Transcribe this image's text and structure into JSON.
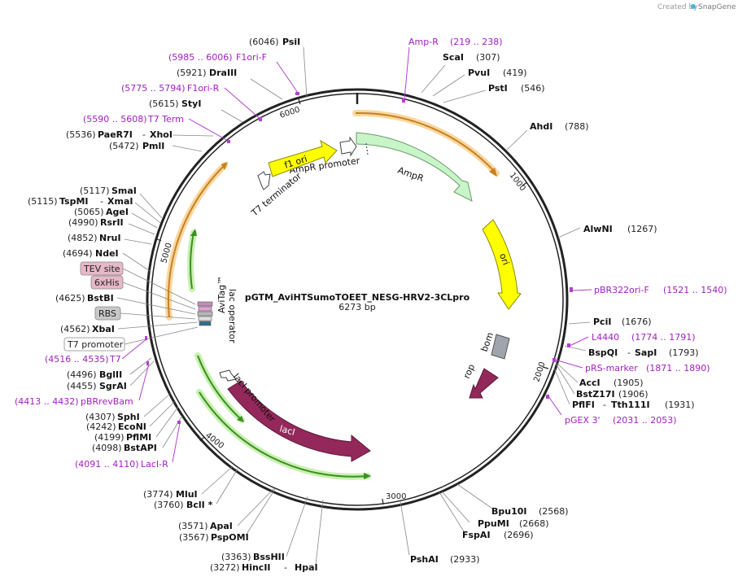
{
  "watermark": "Created by",
  "brand": "SnapGene",
  "plasmid": {
    "name": "pGTM_AviHTSumoTOEET_NESG-HRV2-3CLpro",
    "size": "6273 bp"
  },
  "ticks": [
    "1000",
    "2000",
    "3000",
    "4000",
    "5000",
    "6000"
  ],
  "features": {
    "ampr_promoter": "AmpR promoter",
    "ampr": "AmpR",
    "ori": "ori",
    "f1_ori": "f1 ori",
    "t7_terminator": "T7 terminator",
    "bom": "bom",
    "rop": "rop",
    "laci": "lacI",
    "laci_promoter": "lacI promoter",
    "lac_operator": "lac operator",
    "avitag": "AviTag™"
  },
  "boxed": {
    "tev": "TEV site",
    "his": "6xHis",
    "rbs": "RBS",
    "t7promoter": "T7 promoter"
  },
  "enzymes": {
    "psiI": {
      "pos": "(6046)",
      "name": "PsiI"
    },
    "draIII": {
      "pos": "(5921)",
      "name": "DraIII"
    },
    "styI": {
      "pos": "(5615)",
      "name": "StyI"
    },
    "paer7i": {
      "pos": "(5536)",
      "name": "PaeR7I",
      "sep": "-",
      "name2": "XhoI"
    },
    "pmlI": {
      "pos": "(5472)",
      "name": "PmlI"
    },
    "smaI": {
      "pos": "(5117)",
      "name": "SmaI"
    },
    "tspmi": {
      "pos": "(5115)",
      "name": "TspMI",
      "sep": "-",
      "name2": "XmaI"
    },
    "ageI": {
      "pos": "(5065)",
      "name": "AgeI"
    },
    "rsrII": {
      "pos": "(4990)",
      "name": "RsrII"
    },
    "nruI": {
      "pos": "(4852)",
      "name": "NruI"
    },
    "ndeI": {
      "pos": "(4694)",
      "name": "NdeI"
    },
    "bstBI": {
      "pos": "(4625)",
      "name": "BstBI"
    },
    "xbaI": {
      "pos": "(4562)",
      "name": "XbaI"
    },
    "bglII": {
      "pos": "(4496)",
      "name": "BglII"
    },
    "sgrAI": {
      "pos": "(4455)",
      "name": "SgrAI"
    },
    "sphI": {
      "pos": "(4307)",
      "name": "SphI"
    },
    "ecoNI": {
      "pos": "(4242)",
      "name": "EcoNI"
    },
    "pflMI": {
      "pos": "(4199)",
      "name": "PflMI"
    },
    "bstAPI": {
      "pos": "(4098)",
      "name": "BstAPI"
    },
    "mluI": {
      "pos": "(3774)",
      "name": "MluI"
    },
    "bclI": {
      "pos": "(3760)",
      "name": "BclI *"
    },
    "apaI": {
      "pos": "(3571)",
      "name": "ApaI"
    },
    "pspOMI": {
      "pos": "(3567)",
      "name": "PspOMI"
    },
    "bssHII": {
      "pos": "(3363)",
      "name": "BssHII"
    },
    "hincII": {
      "pos": "(3272)",
      "name": "HincII",
      "sep": "-",
      "name2": "HpaI"
    },
    "pshAI": {
      "name": "PshAI",
      "pos": "(2933)"
    },
    "fspAI": {
      "name": "FspAI",
      "pos": "(2696)"
    },
    "ppuMI": {
      "name": "PpuMI",
      "pos": "(2668)"
    },
    "bpu10I": {
      "name": "Bpu10I",
      "pos": "(2568)"
    },
    "scaI": {
      "name": "ScaI",
      "pos": "(307)"
    },
    "pvuI": {
      "name": "PvuI",
      "pos": "(419)"
    },
    "pstI": {
      "name": "PstI",
      "pos": "(546)"
    },
    "ahdI": {
      "name": "AhdI",
      "pos": "(788)"
    },
    "alwNI": {
      "name": "AlwNI",
      "pos": "(1267)"
    },
    "pciI": {
      "name": "PciI",
      "pos": "(1676)"
    },
    "bspQI": {
      "name": "BspQI",
      "sep": "-",
      "name2": "SapI",
      "pos": "(1793)"
    },
    "accI": {
      "name": "AccI",
      "pos": "(1905)"
    },
    "bstZ17I": {
      "name": "BstZ17I",
      "pos": "(1906)"
    },
    "pflFI": {
      "name": "PflFI",
      "sep": "-",
      "name2": "Tth111I",
      "pos": "(1931)"
    }
  },
  "primers": {
    "ampR": {
      "name": "Amp-R",
      "range": "(219 .. 238)"
    },
    "f1oriF": {
      "range": "(5985 .. 6006)",
      "name": "F1ori-F"
    },
    "f1oriR": {
      "range": "(5775 .. 5794)",
      "name": "F1ori-R"
    },
    "t7term": {
      "range": "(5590 .. 5608)",
      "name": "T7 Term"
    },
    "t7": {
      "range": "(4516 .. 4535)",
      "name": "T7"
    },
    "pbrrev": {
      "range": "(4413 .. 4432)",
      "name": "pBRrevBam"
    },
    "lacIR": {
      "range": "(4091 .. 4110)",
      "name": "LacI-R"
    },
    "pbr322": {
      "name": "pBR322ori-F",
      "range": "(1521 .. 1540)"
    },
    "l4440": {
      "name": "L4440",
      "range": "(1774 .. 1791)"
    },
    "prs": {
      "name": "pRS-marker",
      "range": "(1871 .. 1890)"
    },
    "pgex": {
      "name": "pGEX 3'",
      "range": "(2031 .. 2053)"
    }
  },
  "colors": {
    "backbone": "#222222",
    "primer": "#a01fc0",
    "ampr": "#c8f5c8",
    "ori": "#ffff00",
    "laci": "#94285a",
    "bom": "#a0a4ac",
    "orange_orf": "#f0a020",
    "green_orf": "#52b030"
  }
}
